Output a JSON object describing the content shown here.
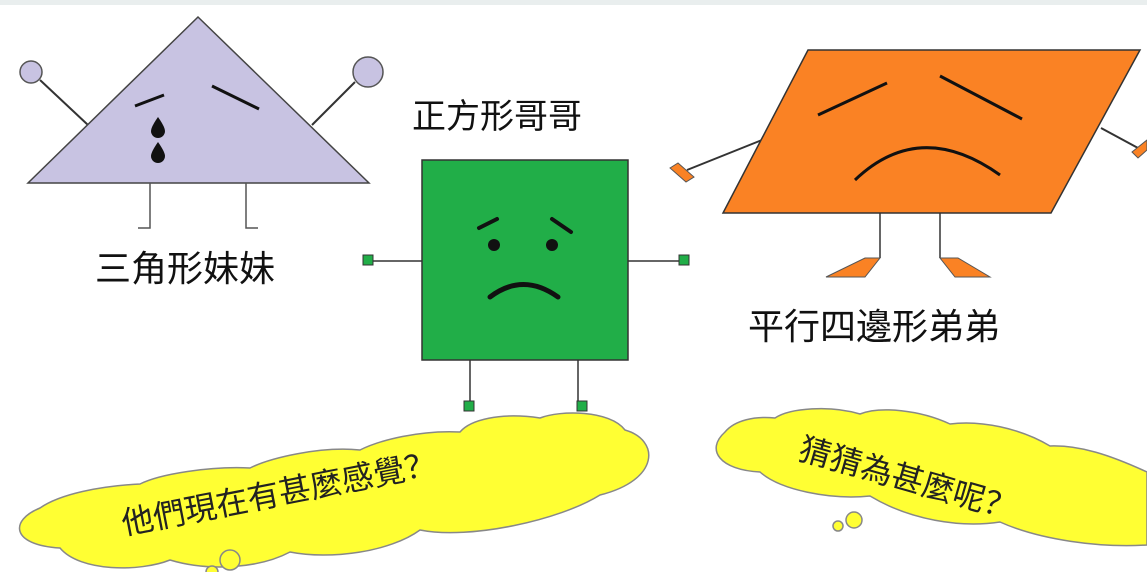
{
  "characters": {
    "triangle": {
      "label": "三角形妹妹",
      "color": "#c8c3e2"
    },
    "square": {
      "label": "正方形哥哥",
      "color": "#21ae48"
    },
    "parallelogram": {
      "label": "平行四邊形弟弟",
      "color": "#fa8224"
    }
  },
  "bubbles": {
    "left": {
      "text": "他們現在有甚麼感覺？",
      "color": "#ffff33"
    },
    "right": {
      "text": "猜猜為甚麼呢？",
      "color": "#ffff33"
    }
  }
}
